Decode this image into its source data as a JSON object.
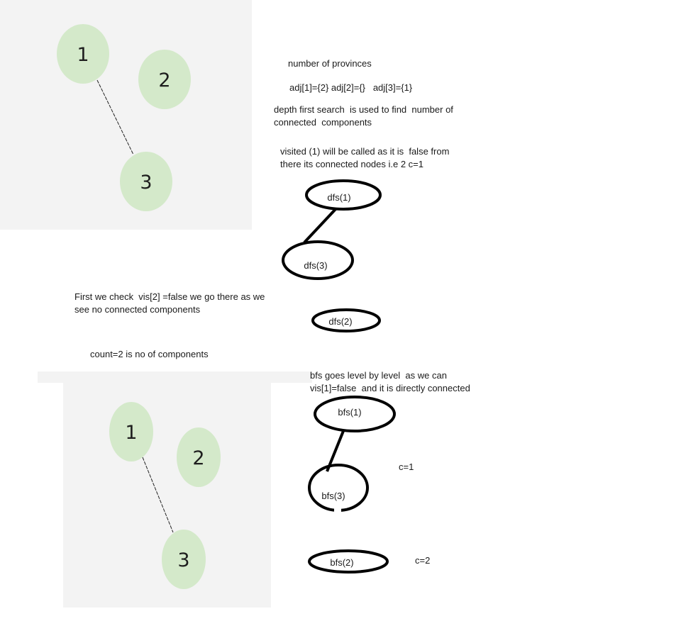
{
  "graph_top": {
    "nodes": [
      {
        "label": "1"
      },
      {
        "label": "2"
      },
      {
        "label": "3"
      }
    ],
    "edge": "1-3"
  },
  "graph_bottom": {
    "nodes": [
      {
        "label": "1"
      },
      {
        "label": "2"
      },
      {
        "label": "3"
      }
    ],
    "edge": "1-3"
  },
  "notes": {
    "heading": "number of provinces",
    "adjacency": "adj[1]={2} adj[2]={}   adj[3]={1}",
    "dfs_line1": "depth first search  is used to find  number of",
    "dfs_line2": "connected  components",
    "visited_line1": "visited (1) will be called as it is  false from",
    "visited_line2": "there its connected nodes i.e 2 c=1",
    "check_line1": "First we check  vis[2] =false we go there as we",
    "check_line2": "see no connected components",
    "count": "count=2 is no of components",
    "bfs_line1": "bfs goes level by level  as we can",
    "bfs_line2": "vis[1]=false  and it is directly connected",
    "c1": "c=1",
    "c2": "c=2"
  },
  "dfs_tree": {
    "root": "dfs(1)",
    "child": "dfs(3)",
    "separate": "dfs(2)"
  },
  "bfs_tree": {
    "root": "bfs(1)",
    "child": "bfs(3)",
    "separate": "bfs(2)"
  },
  "colors": {
    "node_fill": "#d4e9ca",
    "panel_bg": "#f3f3f3",
    "stroke": "#000000"
  }
}
